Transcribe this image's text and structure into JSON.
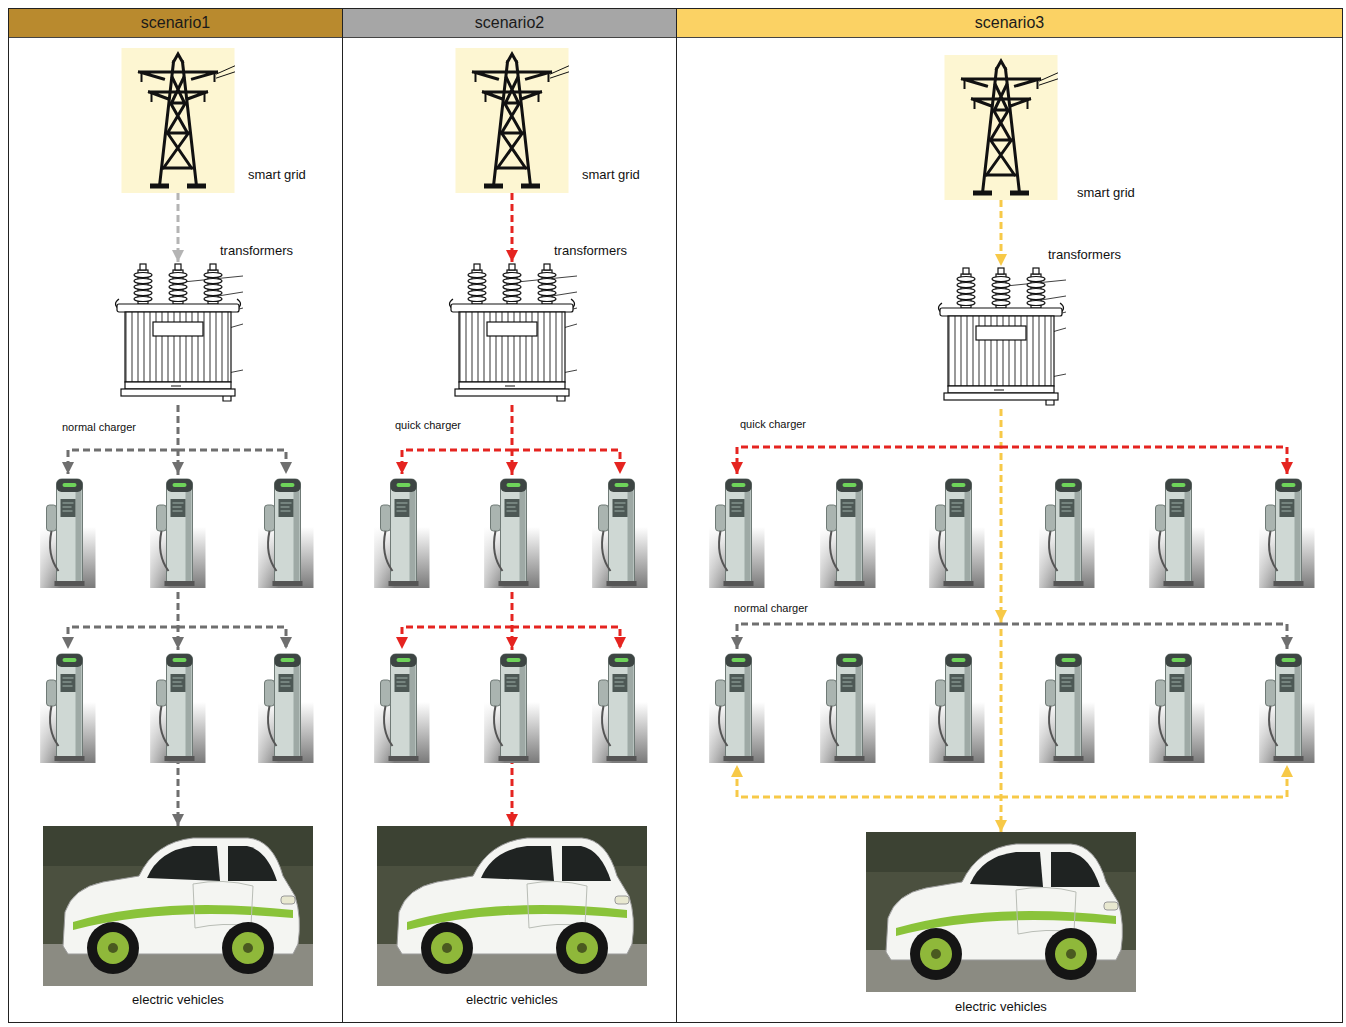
{
  "diagram": {
    "nodes": [
      {
        "text": [
          "scenario1"
        ]
      },
      {
        "text": [
          "smart grid"
        ],
        "in": 0
      },
      {
        "text": [
          "transformers"
        ],
        "in": 0
      },
      {
        "text": [
          "electric vehicles"
        ],
        "in": 0
      },
      {
        "text": [
          "scenario2"
        ]
      },
      {
        "text": [
          "smart grid"
        ],
        "in": 4
      },
      {
        "text": [
          "transformers"
        ],
        "in": 4
      },
      {
        "text": [
          "electric vehicles"
        ],
        "in": 4
      },
      {
        "text": [
          "scenario3"
        ]
      },
      {
        "text": [
          "smart grid"
        ],
        "in": 8
      },
      {
        "text": [
          "transformers"
        ],
        "in": 8
      },
      {
        "text": [
          "electric vehicles"
        ],
        "in": 8
      }
    ],
    "edges": [
      {
        "from": 1,
        "to": 2,
        "arrow": "to"
      },
      {
        "from": 2,
        "to": 3,
        "arrow": "to"
      },
      {
        "from": 5,
        "to": 6,
        "arrow": "to"
      },
      {
        "from": 6,
        "to": 7,
        "arrow": "to"
      },
      {
        "from": 9,
        "to": 10,
        "arrow": "to"
      },
      {
        "from": 10,
        "to": 11,
        "arrow": "to"
      }
    ],
    "labels": [
      "normal charger",
      "quick charger",
      "quick charger",
      "normal charger"
    ]
  }
}
